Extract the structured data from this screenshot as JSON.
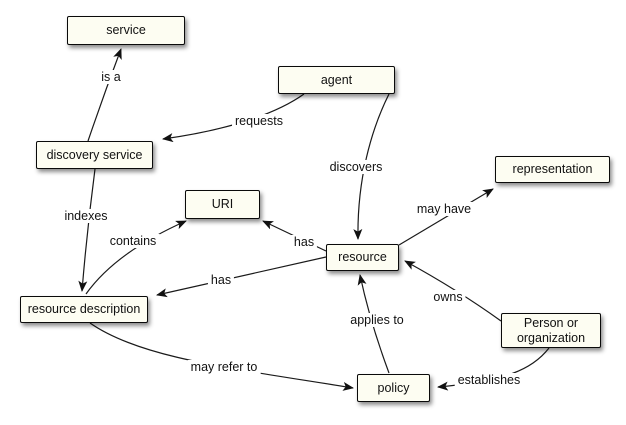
{
  "diagram": {
    "description": "Concept map of web architecture resource discovery",
    "colors": {
      "background": "#ffffff",
      "node_fill": "#fdfdf2",
      "node_border": "#0a0a0a",
      "edge_line": "#1a1a1a",
      "text": "#111111"
    },
    "nodes": [
      {
        "id": "service",
        "label": "service"
      },
      {
        "id": "agent",
        "label": "agent"
      },
      {
        "id": "discovery-service",
        "label": "discovery service"
      },
      {
        "id": "representation",
        "label": "representation"
      },
      {
        "id": "uri",
        "label": "URI"
      },
      {
        "id": "resource",
        "label": "resource"
      },
      {
        "id": "resource-description",
        "label": "resource description"
      },
      {
        "id": "person-or-organization",
        "label": "Person or organization"
      },
      {
        "id": "policy",
        "label": "policy"
      }
    ],
    "edges": [
      {
        "from": "discovery-service",
        "to": "service",
        "label": "is a"
      },
      {
        "from": "agent",
        "to": "discovery-service",
        "label": "requests"
      },
      {
        "from": "agent",
        "to": "resource",
        "label": "discovers"
      },
      {
        "from": "discovery-service",
        "to": "resource-description",
        "label": "indexes"
      },
      {
        "from": "resource-description",
        "to": "uri",
        "label": "contains"
      },
      {
        "from": "resource",
        "to": "uri",
        "label": "has"
      },
      {
        "from": "resource",
        "to": "resource-description",
        "label": "has"
      },
      {
        "from": "resource",
        "to": "representation",
        "label": "may have"
      },
      {
        "from": "person-or-organization",
        "to": "resource",
        "label": "owns"
      },
      {
        "from": "policy",
        "to": "resource",
        "label": "applies to"
      },
      {
        "from": "resource-description",
        "to": "policy",
        "label": "may refer to"
      },
      {
        "from": "person-or-organization",
        "to": "policy",
        "label": "establishes"
      }
    ]
  }
}
